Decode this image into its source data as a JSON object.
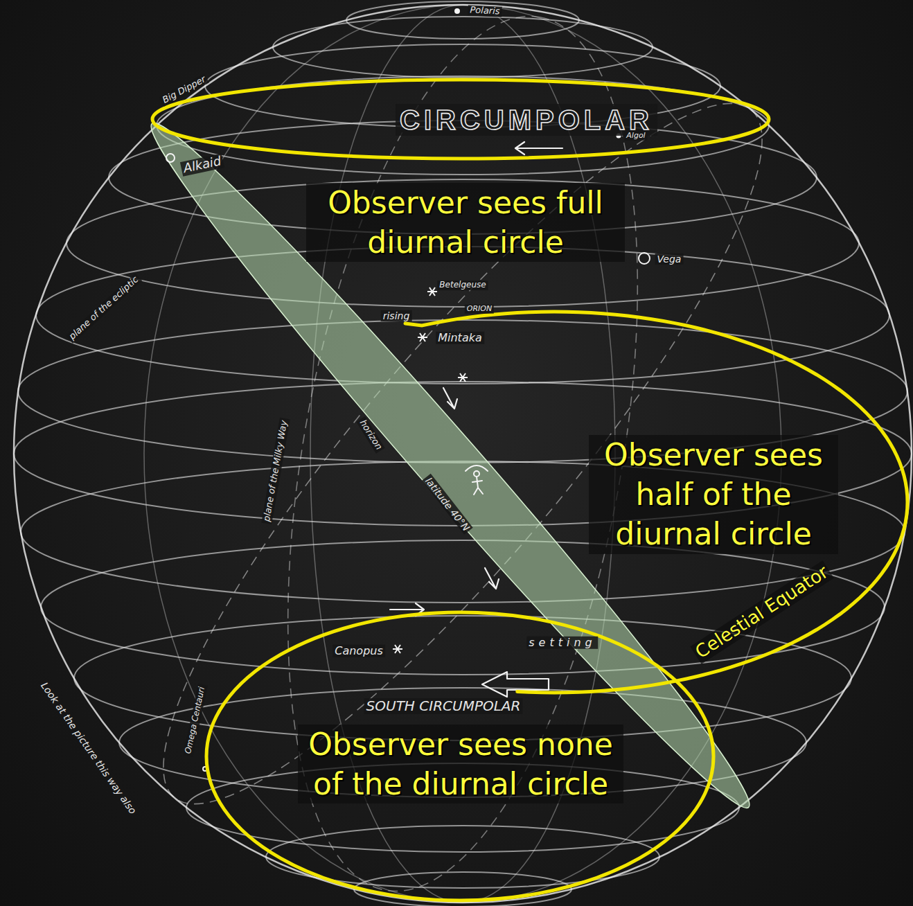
{
  "diagram": {
    "nodes": [
      {
        "text": [
          "CIRCUMPOLAR",
          "Observer sees full diurnal circle"
        ]
      },
      {
        "text": [
          "Observer sees half of the diurnal circle",
          "Celestial Equator"
        ]
      },
      {
        "text": [
          "SOUTH CIRCUMPOLAR",
          "Observer sees none of the diurnal circle"
        ]
      }
    ],
    "labels": [
      "Polaris",
      "Big Dipper",
      "Algol",
      "Alkaid",
      "Vega",
      "Betelgeuse",
      "ORION",
      "rising",
      "Mintaka",
      "plane of the ecliptic",
      "plane of the Milky Way",
      "horizon",
      "latitude 40°N",
      "Canopus",
      "setting",
      "Omega Centauri",
      "Look at the picture this way also"
    ]
  }
}
